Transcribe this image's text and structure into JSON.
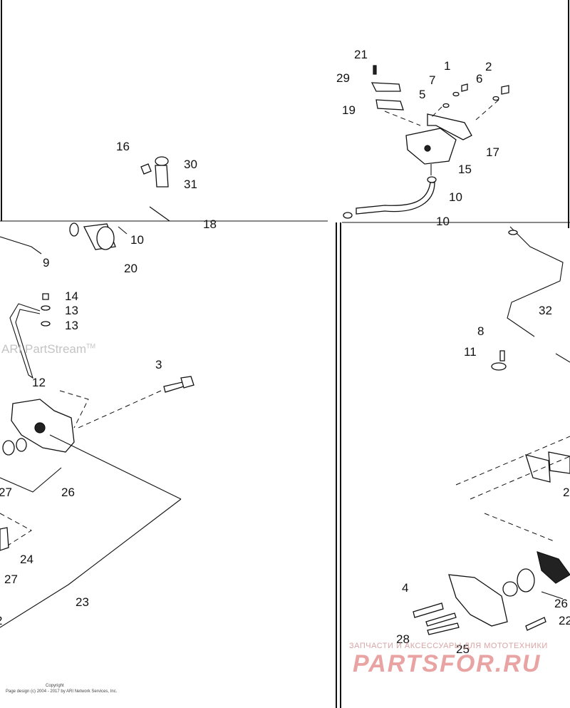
{
  "diagram": {
    "callouts": [
      "21",
      "29",
      "19",
      "1",
      "7",
      "5",
      "6",
      "2",
      "17",
      "15",
      "16",
      "30",
      "31",
      "10",
      "10",
      "18",
      "10",
      "9",
      "20",
      "14",
      "13",
      "13",
      "12",
      "3",
      "26",
      "27",
      "24",
      "27",
      "23",
      "2",
      "32",
      "8",
      "11",
      "2",
      "26",
      "4",
      "22",
      "28",
      "25"
    ],
    "watermark": "ARI PartStream",
    "trademark": "TM",
    "copyright_line1": "Copyright",
    "copyright_line2": "Page design (c) 2004 - 2017 by ARI Network Services, Inc.",
    "brand_tagline": "ЗАПЧАСТИ И АКСЕССУАРЫ ДЛЯ МОТОТЕХНИКИ",
    "brand_logo": "PARTSFOR.RU"
  },
  "colors": {
    "ink": "#111111",
    "watermark": "#c4c4c4",
    "brand": "#e9a3a3"
  }
}
